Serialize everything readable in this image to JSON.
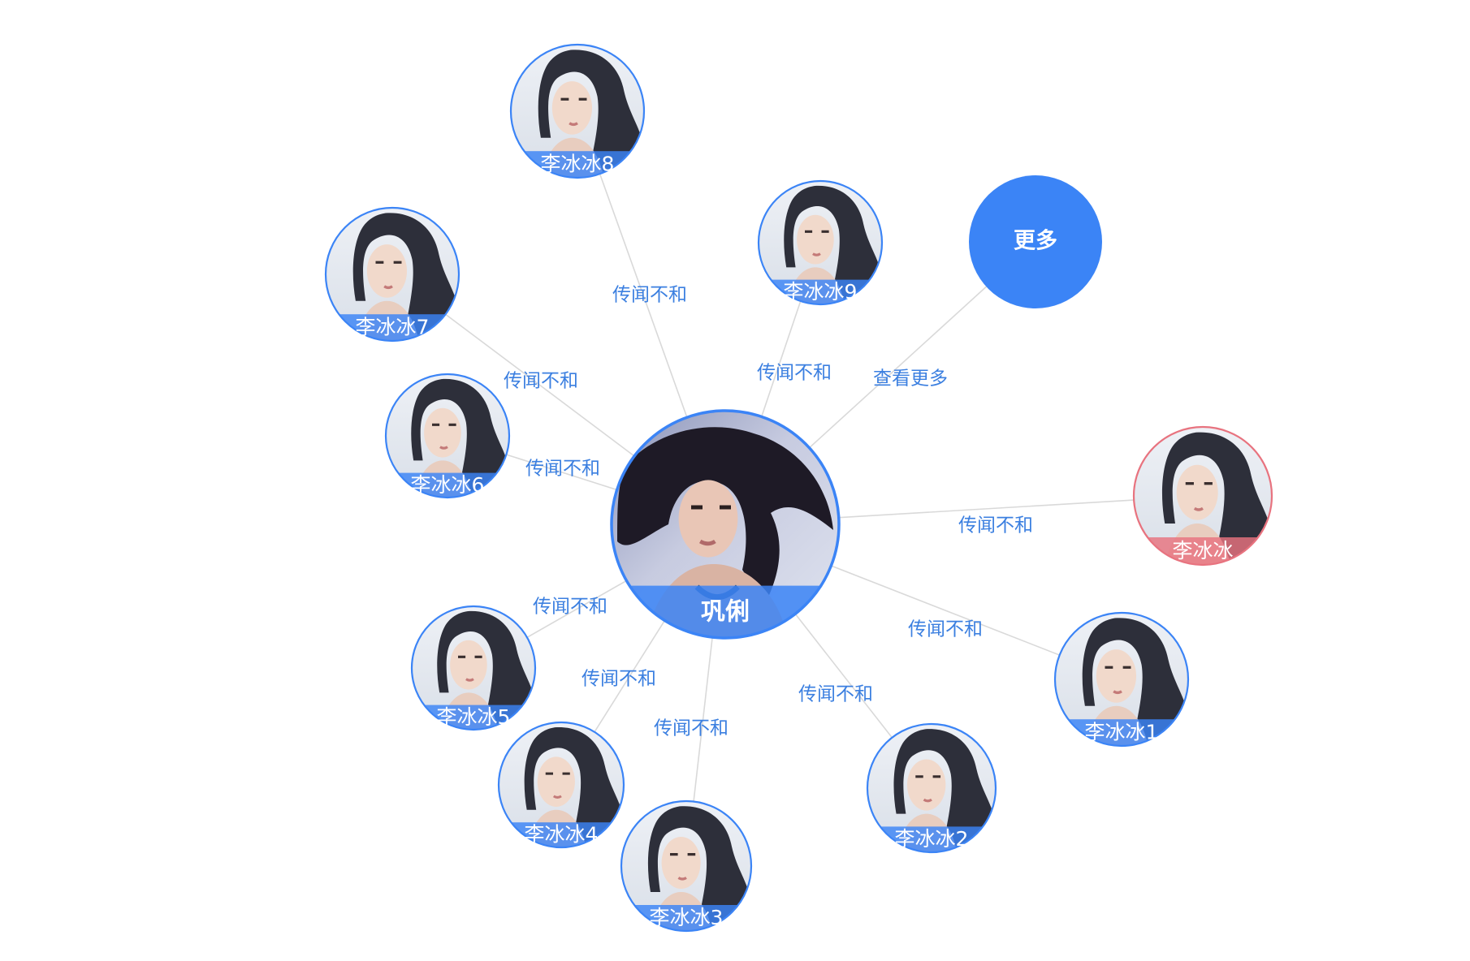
{
  "center": {
    "label": "巩俐"
  },
  "more": {
    "label": "更多",
    "edge_label": "查看更多"
  },
  "colors": {
    "accent": "#3b84f6",
    "highlight": "#e8737f",
    "edge": "#d9d9d9",
    "edge_label": "#3b7fe0"
  },
  "nodes": [
    {
      "label": "李冰冰8",
      "edge_label": "传闻不和",
      "highlight": false
    },
    {
      "label": "李冰冰9",
      "edge_label": "传闻不和",
      "highlight": false
    },
    {
      "label": "李冰冰7",
      "edge_label": "传闻不和",
      "highlight": false
    },
    {
      "label": "李冰冰6",
      "edge_label": "传闻不和",
      "highlight": false
    },
    {
      "label": "李冰冰",
      "edge_label": "传闻不和",
      "highlight": true
    },
    {
      "label": "李冰冰5",
      "edge_label": "传闻不和",
      "highlight": false
    },
    {
      "label": "李冰冰1",
      "edge_label": "传闻不和",
      "highlight": false
    },
    {
      "label": "李冰冰4",
      "edge_label": "传闻不和",
      "highlight": false
    },
    {
      "label": "李冰冰3",
      "edge_label": "传闻不和",
      "highlight": false
    },
    {
      "label": "李冰冰2",
      "edge_label": "传闻不和",
      "highlight": false
    }
  ]
}
